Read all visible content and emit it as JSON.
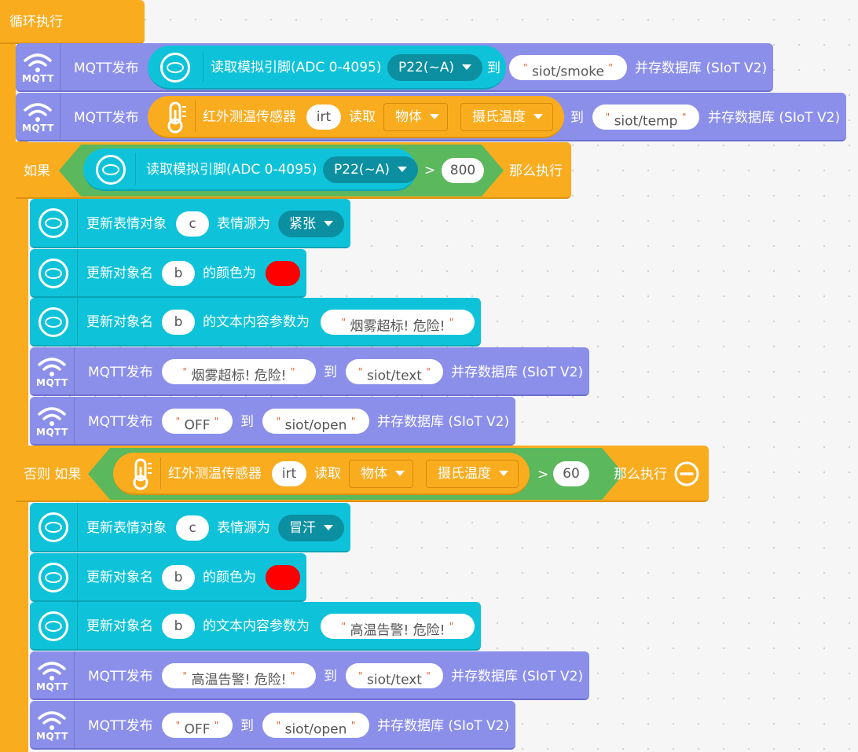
{
  "loop_label": "循环执行",
  "mqtt_publish": "MQTT发布",
  "mqtt_icon_label": "MQTT",
  "to": "到",
  "save_db": "并存数据库 (SIoT V2)",
  "read_analog": "读取模拟引脚(ADC 0-4095)",
  "pin": "P22(~A)",
  "ir_sensor": "红外测温传感器",
  "irt": "irt",
  "read": "读取",
  "object": "物体",
  "celsius": "摄氏温度",
  "if": "如果",
  "else_if": "否则 如果",
  "then": "那么执行",
  "gt": ">",
  "threshold_smoke": "800",
  "threshold_temp": "60",
  "update_emotion": "更新表情对象",
  "emotion_source": "表情源为",
  "update_object": "更新对象名",
  "color_is": "的颜色为",
  "text_param": "的文本内容参数为",
  "obj_c": "c",
  "obj_b": "b",
  "emotion_1": "紧张",
  "emotion_2": "冒汗",
  "topic_smoke": "siot/smoke",
  "topic_temp": "siot/temp",
  "topic_text": "siot/text",
  "topic_open": "siot/open",
  "msg_smoke": "烟雾超标! 危险!",
  "msg_temp": "高温告警! 危险!",
  "msg_off": "OFF",
  "colors": {
    "orange": "#f9ac1e",
    "mqtt": "#8b8fea",
    "cyan": "#0ec3d9",
    "condition_green": "#5cb85c",
    "red": "#ff0000"
  }
}
